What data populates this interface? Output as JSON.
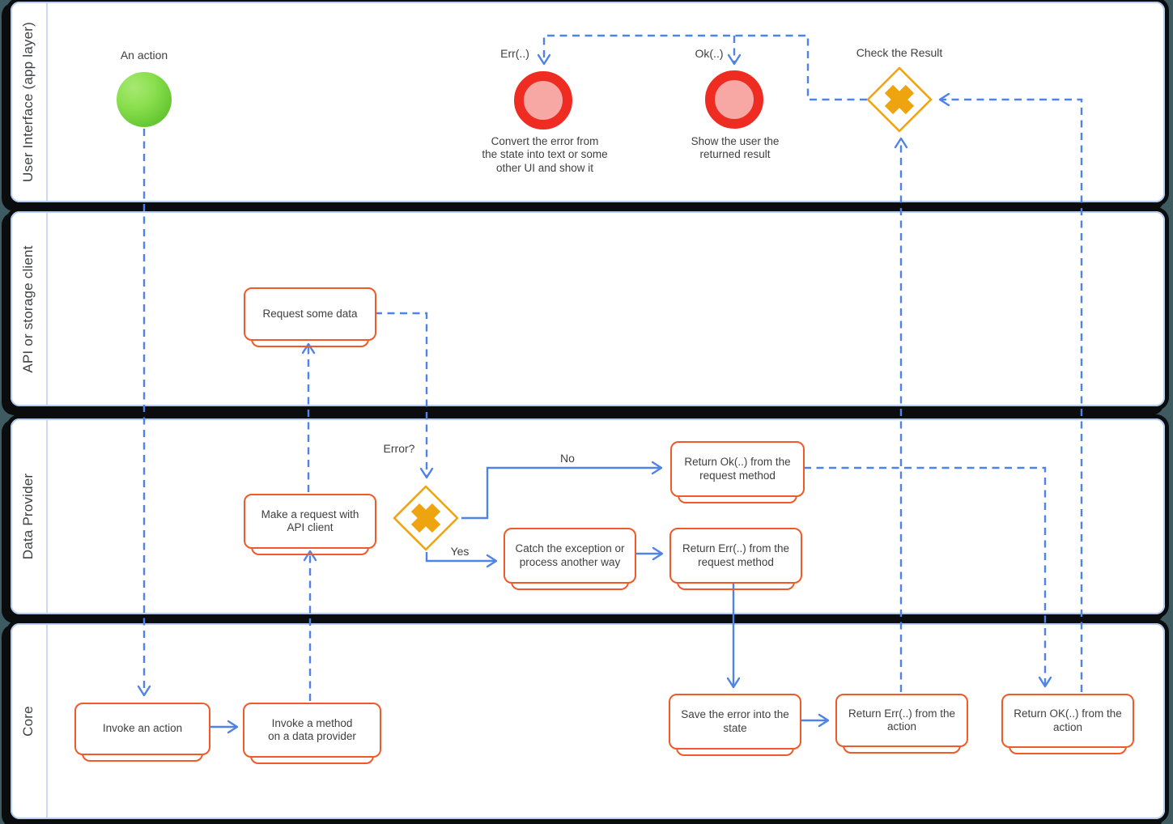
{
  "colors": {
    "background": "#3f5b62",
    "lane_border": "#0a0c0d",
    "lane_inner_border": "#b7cdf0",
    "connector_blue": "#4f83e8",
    "task_orange": "#f05a28",
    "gateway_orange": "#f0a412",
    "end_event_red": "#ee2c22",
    "end_event_fill": "#f7a8a5",
    "start_event_green": "#6ec83a",
    "text": "#3f3f3f"
  },
  "lanes": [
    {
      "label": "User Interface (app layer)"
    },
    {
      "label": "API or storage client"
    },
    {
      "label": "Data Provider"
    },
    {
      "label": "Core"
    }
  ],
  "events": {
    "an_action": {
      "label": "An action"
    },
    "err": {
      "label": "Err(..)",
      "caption": "Convert the error from\nthe state into text or some\nother UI and show it"
    },
    "ok": {
      "label": "Ok(..)",
      "caption": "Show the user the\nreturned result"
    }
  },
  "gateways": {
    "check_result": {
      "label": "Check the Result"
    },
    "error": {
      "label": "Error?"
    }
  },
  "tasks": {
    "request_some_data": {
      "label": "Request some data"
    },
    "make_request": {
      "label": "Make a request with\nAPI client"
    },
    "return_ok_request": {
      "label": "Return Ok(..) from the\nrequest method"
    },
    "catch_exception": {
      "label": "Catch the exception or\nprocess another way"
    },
    "return_err_request": {
      "label": "Return Err(..) from the\nrequest method"
    },
    "invoke_action": {
      "label": "Invoke an action"
    },
    "invoke_method": {
      "label": "Invoke a method\non a data provider"
    },
    "save_error": {
      "label": "Save the error into the\nstate"
    },
    "return_err_action": {
      "label": "Return Err(..) from the\naction"
    },
    "return_ok_action": {
      "label": "Return OK(..) from the\naction"
    }
  },
  "edge_labels": {
    "yes": "Yes",
    "no": "No"
  }
}
